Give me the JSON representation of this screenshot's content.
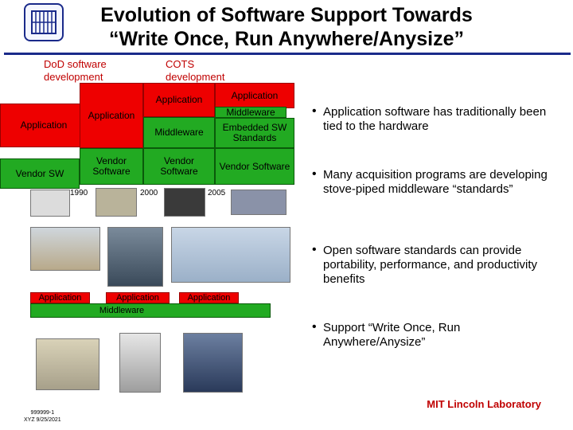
{
  "title": {
    "line1": "Evolution of Software Support Towards",
    "line2": "“Write Once, Run Anywhere/Anysize”"
  },
  "logo": {
    "icon": "mit-ll-logo-icon"
  },
  "diagram": {
    "dod_heading": "DoD software development",
    "cots_heading": "COTS development",
    "col1": {
      "app": "Application",
      "vendor": "Vendor SW"
    },
    "col2": {
      "app": "Application",
      "vendor": "Vendor Software"
    },
    "col3": {
      "app": "Application",
      "middleware": "Middleware",
      "vendor": "Vendor Software"
    },
    "col4": {
      "app": "Application",
      "middleware": "Middleware",
      "standards": "Embedded SW Standards",
      "vendor": "Vendor Software"
    },
    "years": [
      "1990",
      "2000",
      "2005"
    ],
    "bottom": {
      "app_labels": [
        "Application",
        "Application",
        "Application"
      ],
      "middleware": "Middleware"
    },
    "colors": {
      "red": "#ee0000",
      "green": "#22aa22"
    }
  },
  "bullets": [
    "Application software has traditionally been tied to the hardware",
    "Many acquisition programs are developing stove-piped middleware “standards”",
    "Open software standards can provide portability, performance, and productivity benefits",
    "Support “Write Once, Run Anywhere/Anysize”"
  ],
  "footer": {
    "lab": "MIT Lincoln Laboratory",
    "id": "999999-1",
    "code": "XYZ 9/25/2021"
  }
}
